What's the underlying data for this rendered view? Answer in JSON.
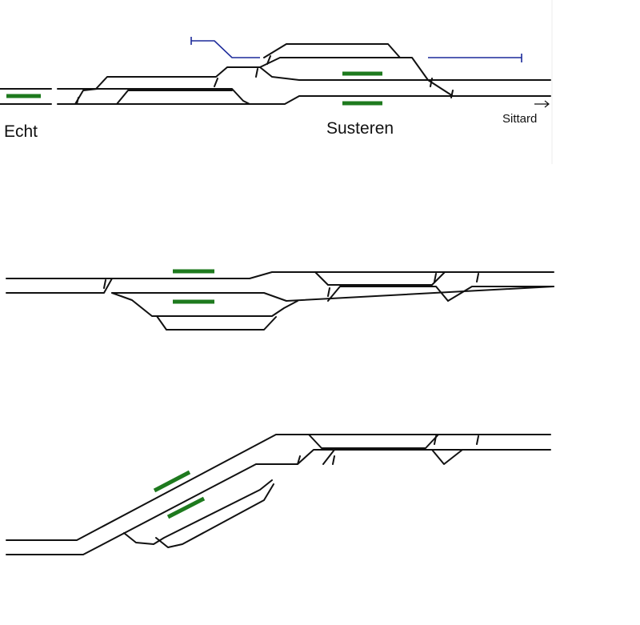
{
  "labels": {
    "echt": "Echt",
    "susteren": "Susteren",
    "sittard": "Sittard"
  },
  "colors": {
    "track": "#111111",
    "platform": "#1e7a1e",
    "siding": "#1c2a9a",
    "background": "#ffffff"
  },
  "icons": {
    "direction": "arrow-right-icon"
  }
}
